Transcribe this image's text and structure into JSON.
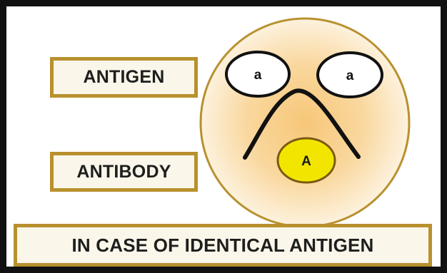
{
  "labels": {
    "antigen": "ANTIGEN",
    "antibody": "ANTIBODY",
    "caption": "IN CASE OF IDENTICAL ANTIGEN"
  },
  "cell": {
    "antigen_left": "a",
    "antigen_right": "a",
    "antibody_marker": "A"
  },
  "colors": {
    "frame": "#111111",
    "box_border": "#b8912e",
    "box_fill": "#fbf6ea",
    "cell_center": "#f7c779",
    "cell_edge": "#fdf2de",
    "cell_outline": "#b8912e",
    "antibody_fill": "#f2e600",
    "antibody_stroke": "#7a5a12",
    "y_arm": "#111111"
  },
  "icons": [
    "cell-circle",
    "antigen-oval",
    "antibody-y-arm"
  ]
}
